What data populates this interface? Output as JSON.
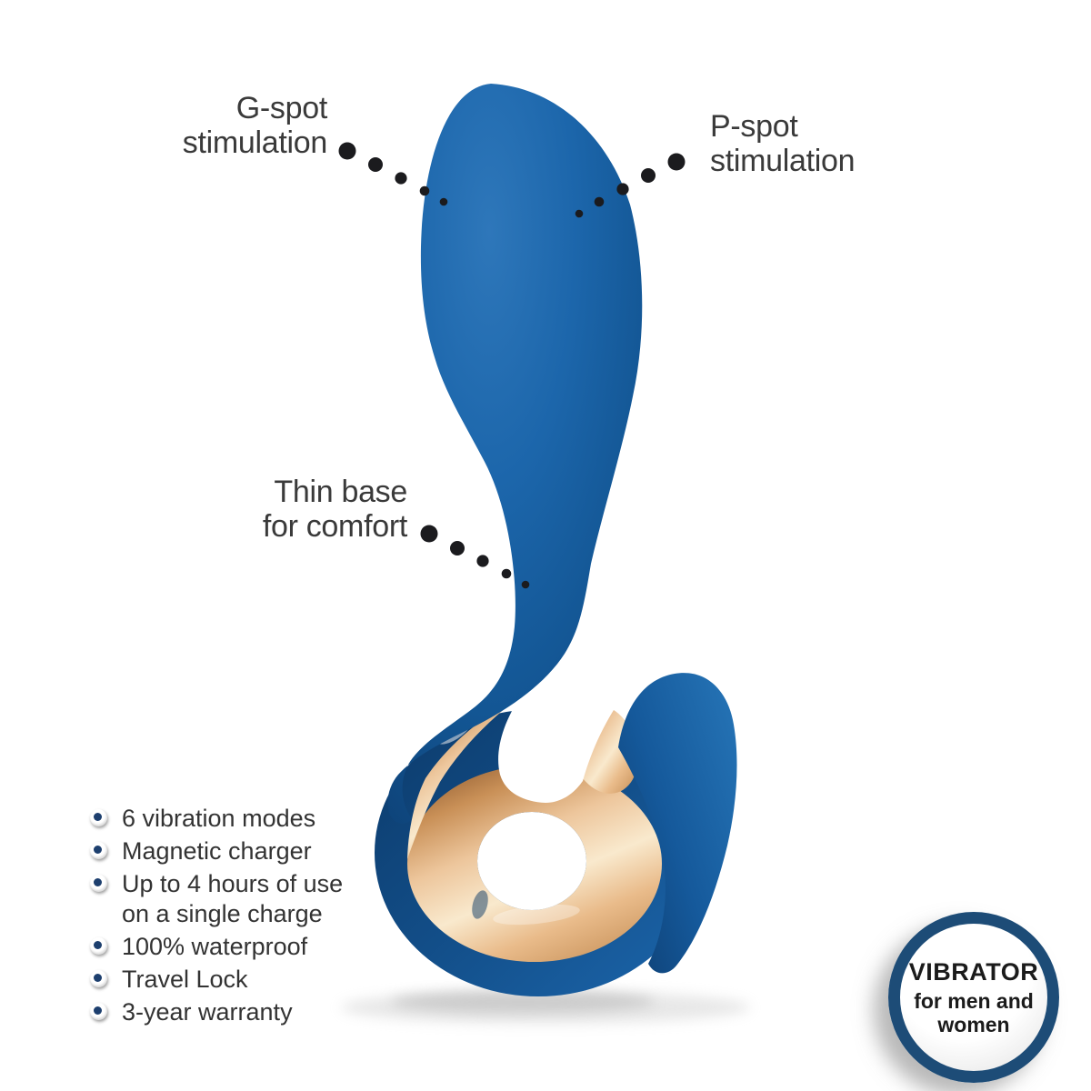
{
  "callouts": {
    "g_spot": {
      "label": "G-spot\nstimulation"
    },
    "p_spot": {
      "label": "P-spot\nstimulation"
    },
    "thin_base": {
      "label": "Thin base\nfor comfort"
    }
  },
  "features": {
    "items": [
      "6 vibration modes",
      "Magnetic charger",
      "Up to 4 hours of use\non a single charge",
      "100% waterproof",
      "Travel Lock",
      "3-year warranty"
    ]
  },
  "badge": {
    "title": "VIBRATOR",
    "subtitle": "for men and\nwomen"
  },
  "icons": {
    "leader_dots": "dotted-leader-line",
    "feature_bullet": "navy-dot-in-white-circle"
  },
  "colors": {
    "device_blue": "#155a9d",
    "device_blue_dark": "#0e4074",
    "device_blue_light": "#2e77ba",
    "gold": "#e9bb8a",
    "gold_light": "#f9e9cd",
    "gold_dark": "#935f33",
    "badge_ring": "#1d4c77",
    "label_text": "#3a3a3a",
    "feature_text": "#333333",
    "leader_dot": "#1b1b1e",
    "bullet_dot": "#1d3f6e"
  }
}
